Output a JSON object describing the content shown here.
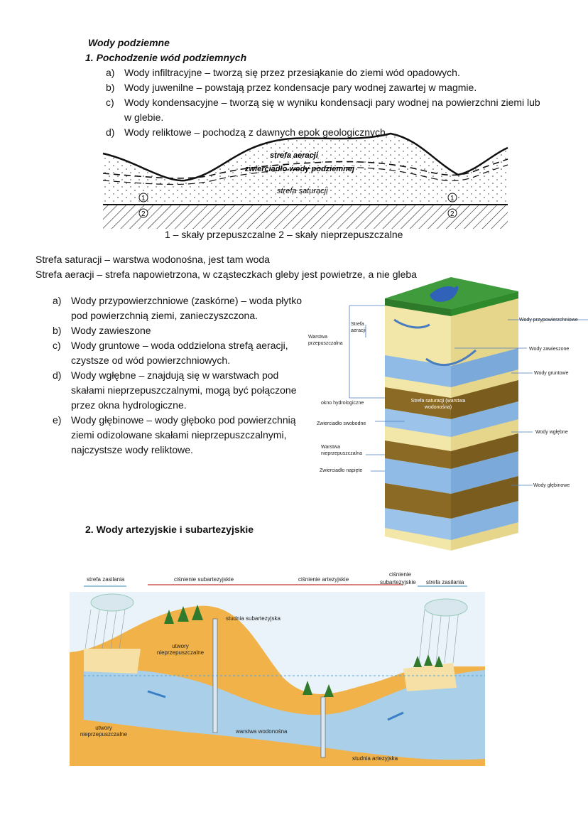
{
  "doc": {
    "title": "Wody podziemne",
    "section1": {
      "heading": "1.   Pochodzenie wód podziemnych",
      "items": [
        {
          "marker": "a)",
          "lines": [
            "Wody infiltracyjne – tworzą się przez przesiąkanie do ziemi wód opadowych."
          ]
        },
        {
          "marker": "b)",
          "lines": [
            "Wody juwenilne – powstają przez kondensacje pary wodnej zawartej w magmie."
          ]
        },
        {
          "marker": "c)",
          "lines": [
            "Wody kondensacyjne – tworzą się w wyniku kondensacji pary wodnej na powierzchni ziemi lub",
            "w glebie."
          ]
        },
        {
          "marker": "d)",
          "lines": [
            "Wody reliktowe – pochodzą z dawnych epok geologicznych."
          ]
        }
      ]
    },
    "diagram1": {
      "label_aeracji": "strefa aeracji",
      "label_zwierciadlo": "zwierciadło wody podziemnej",
      "label_saturacji": "strefa saturacji",
      "marker1": "1",
      "marker2": "2",
      "caption": "1 – skały przepuszczalne   2 – skały nieprzepuszczalne"
    },
    "definitions": [
      "Strefa saturacji – warstwa wodonośna, jest tam woda",
      "Strefa aeracji – strefa napowietrzona, w cząsteczkach gleby jest powietrze, a nie gleba"
    ],
    "types": [
      {
        "marker": "a)",
        "lines": [
          "Wody przypowierzchniowe (zaskórne) – woda płytko",
          "pod powierzchnią ziemi, zanieczyszczona."
        ]
      },
      {
        "marker": "b)",
        "lines": [
          "Wody zawieszone"
        ]
      },
      {
        "marker": "c)",
        "lines": [
          "Wody gruntowe – woda oddzielona strefą aeracji,",
          "czystsze od wód powierzchniowych."
        ]
      },
      {
        "marker": "d)",
        "lines": [
          "Wody wgłębne – znajdują się w warstwach pod",
          "skałami nieprzepuszczalnymi, mogą być połączone",
          "przez okna hydrologiczne."
        ]
      },
      {
        "marker": "e)",
        "lines": [
          "Wody głębinowe – wody głęboko pod powierzchnią",
          "ziemi odizolowane skałami nieprzepuszczalnymi,",
          "najczystsze wody reliktowe."
        ]
      }
    ],
    "diagram2": {
      "strefa_aeracji": "Strefa aeracji",
      "warstwa_przepuszczalna": "Warstwa przepuszczalna",
      "okno": "okno hydrologiczne",
      "strefa_saturacji": "Strefa saturacji (warstwa wodonośna)",
      "zw_swobodne": "Zwierciadło swobodne",
      "warstwa_nieprzep": "Warstwa nieprzepuszczalna",
      "zw_napiete": "Zwierciadło napięte",
      "r_przypow": "Wody przypowierzchniowe",
      "r_zawieszone": "Wody zawieszone",
      "r_gruntowe": "Wody gruntowe",
      "r_wglebne": "Wody wgłębne",
      "r_glebinowe": "Wody głębinowe"
    },
    "section2": {
      "heading": "2.   Wody artezyjskie i subartezyjskie"
    },
    "diagram3": {
      "strefa_zasilania_l": "strefa zasilania",
      "cisn_sub": "ciśnienie subartezyjskie",
      "cisn_art": "ciśnienie artezyjskie",
      "cisn_sub_r1": "ciśnienie",
      "cisn_sub_r2": "subartezyjskie",
      "strefa_zasilania_r": "strefa zasilania",
      "studnia_sub": "studnia subartezyjska",
      "utwory_top": "utwory nieprzepuszczalne",
      "utwory_bottom": "utwory nieprzepuszczalne",
      "warstwa_wodonosna": "warstwa wodonośna",
      "studnia_art": "studnia artezyjska"
    },
    "colors": {
      "sand": "#f1b24a",
      "aquifer": "#a9cfe9",
      "water": "#6aa5db",
      "grass": "#3f9b3b",
      "dark": "#8a6a25"
    }
  }
}
